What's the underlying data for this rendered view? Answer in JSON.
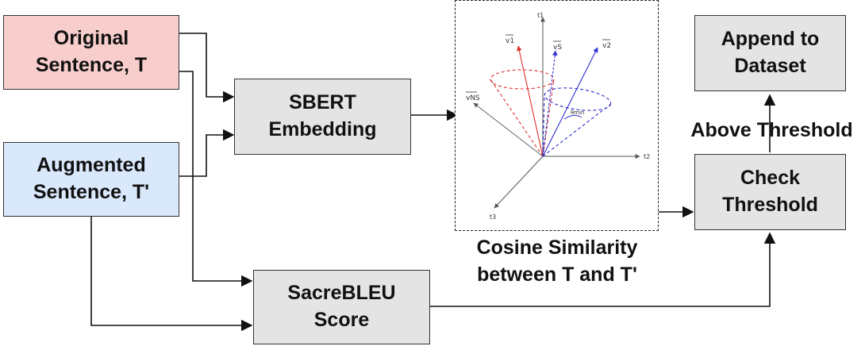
{
  "nodes": {
    "original": {
      "line1": "Original",
      "line2": "Sentence, T",
      "fill": "#f8cecc"
    },
    "augmented": {
      "line1": "Augmented",
      "line2": "Sentence, T'",
      "fill": "#dae8fc"
    },
    "sbert": {
      "line1": "SBERT",
      "line2": "Embedding",
      "fill": "#e4e4e4"
    },
    "sacrebleu": {
      "line1": "SacreBLEU",
      "line2": "Score",
      "fill": "#e4e4e4"
    },
    "check": {
      "line1": "Check",
      "line2": "Threshold",
      "fill": "#e4e4e4"
    },
    "append": {
      "line1": "Append to",
      "line2": "Dataset",
      "fill": "#e4e4e4"
    }
  },
  "labels": {
    "above_threshold": "Above Threshold",
    "cosine_line1": "Cosine Similarity",
    "cosine_line2": "between T and T'"
  },
  "cosine_figure": {
    "axes": [
      "t1",
      "t2",
      "t3"
    ],
    "vectors": [
      "v1",
      "vS",
      "v2",
      "vNS"
    ],
    "angle_label": "θmin"
  }
}
